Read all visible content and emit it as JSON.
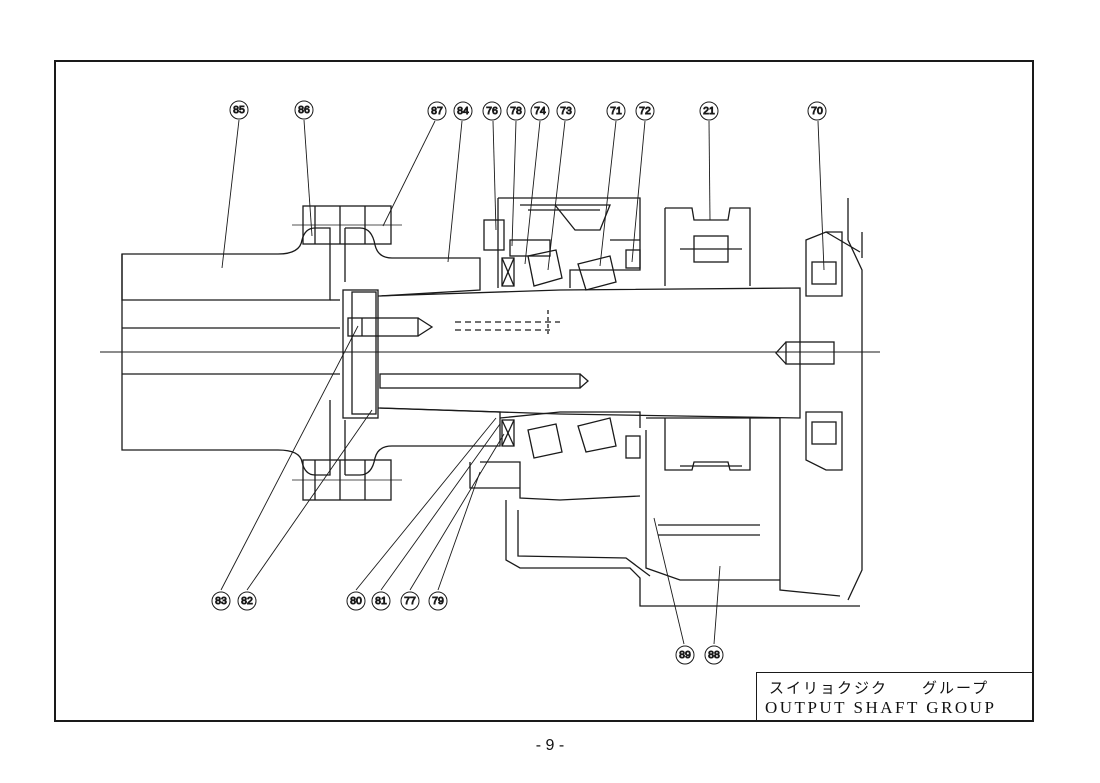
{
  "title_block": {
    "japanese": "スイリョクジク　　グループ",
    "english": "OUTPUT SHAFT GROUP"
  },
  "page_number": "- 9 -",
  "callouts": {
    "c85": "85",
    "c86": "86",
    "c87": "87",
    "c84": "84",
    "c76": "76",
    "c78": "78",
    "c74": "74",
    "c73": "73",
    "c71": "71",
    "c72": "72",
    "c21": "21",
    "c70": "70",
    "c83": "83",
    "c82": "82",
    "c80": "80",
    "c81": "81",
    "c77": "77",
    "c79": "79",
    "c89": "89",
    "c88": "88"
  }
}
